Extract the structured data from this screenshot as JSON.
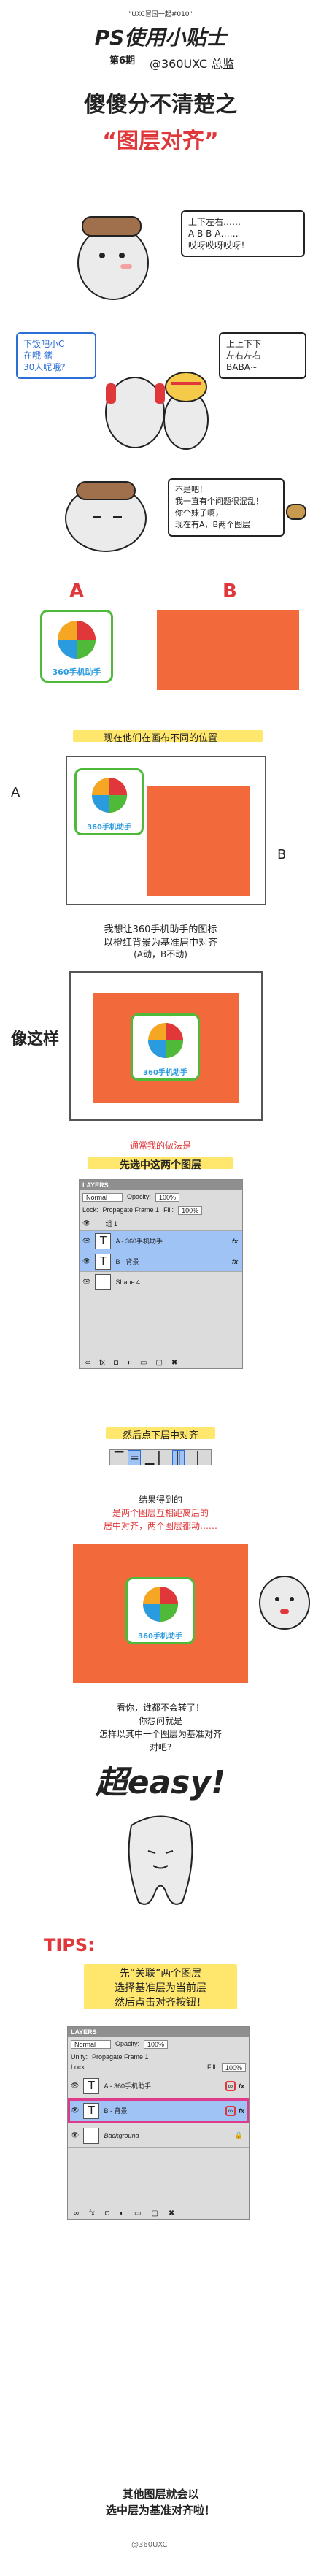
{
  "header": {
    "series": "\"UXC冒国一起#010\"",
    "title": "PS使用小贴士",
    "issue": "第6期",
    "author": "@360UXC 总监",
    "headline": "傻傻分不清楚之",
    "headline_main": "“图层对齐”"
  },
  "scene1": {
    "bubble": "上下左右……\nA B B-A……\n哎呀哎呀哎呀！"
  },
  "scene2": {
    "left_bubble": "下饭吧小C\n在哦 猪\n30人呢哦?",
    "right_bubble": "上上下下\n左右左右\nBABA~"
  },
  "scene3": {
    "bubble": "不是吧！\n我一直有个问题很混乱！\n你个妹子啊，\n现在有A，B两个图层"
  },
  "ab": {
    "label_a": "A",
    "label_b": "B",
    "logo_text": "360手机助手"
  },
  "canvas1": {
    "caption": "现在他们在画布不同的位置",
    "a": "A",
    "b": "B",
    "logo_text": "360手机助手"
  },
  "desc1": {
    "line1": "我想让360手机助手的图标",
    "line2": "以橙红背景为基准居中对齐",
    "line3": "(A动，B不动)"
  },
  "canvas2": {
    "label": "像这样",
    "logo_text": "360手机助手"
  },
  "steps": {
    "habit": "通常我的做法是",
    "select": "先选中这两个图层"
  },
  "layers1": {
    "tab": "LAYERS",
    "mode": "Normal",
    "opacity_label": "Opacity:",
    "opacity": "100%",
    "lock_label": "Lock:",
    "propagate": "Propagate Frame 1",
    "fill_label": "Fill:",
    "fill": "100%",
    "group": "组 1",
    "row_a": "A - 360手机助手",
    "row_b": "B - 背景",
    "row_shape": "Shape 4",
    "fx": "fx"
  },
  "align_caption": "然后点下居中对齐",
  "result": {
    "line1": "结果得到的",
    "line2": "是两个图层互相距离后的",
    "line3": "居中对齐，两个图层都动……"
  },
  "canvas3": {
    "logo_text": "360手机助手"
  },
  "question": {
    "line1": "看你，谁都不会转了！",
    "line2": "你想问就是",
    "line3": "怎样以其中一个图层为基准对齐",
    "line4": "对吧?"
  },
  "easy": "超easy!",
  "tips": {
    "title": "TIPS:",
    "line1": "先“关联”两个图层",
    "line2": "选择基准层为当前层",
    "line3": "然后点击对齐按钮！"
  },
  "layers2": {
    "tab": "LAYERS",
    "mode": "Normal",
    "opacity_label": "Opacity:",
    "opacity": "100%",
    "unify": "Unify:",
    "propagate": "Propagate Frame 1",
    "lock_label": "Lock:",
    "fill_label": "Fill:",
    "fill": "100%",
    "row_a": "A - 360手机助手",
    "row_b": "B - 背景",
    "row_bg": "Background",
    "fx": "fx"
  },
  "footer": {
    "line1": "其他图层就会以",
    "line2": "选中层为基准对齐啦！",
    "credit": "@360UXC"
  },
  "colors": {
    "orange_red": "#f26a3c",
    "green": "#4fb93a",
    "yellow": "#ffe66d",
    "red": "#e0383a",
    "select_blue": "#9fc3f5"
  }
}
